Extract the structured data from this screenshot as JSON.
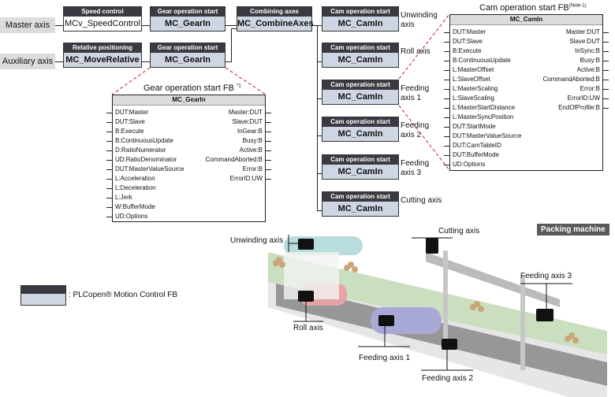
{
  "axes": {
    "master": "Master axis",
    "auxiliary": "Auxiliary axis"
  },
  "blocks": {
    "speed_control": {
      "header": "Speed control",
      "name": "MCv_SpeedControl"
    },
    "gear_master": {
      "header": "Gear operation start",
      "name": "MC_GearIn"
    },
    "relative_pos": {
      "header": "Relative positioning",
      "name": "MC_MoveRelative"
    },
    "gear_aux": {
      "header": "Gear operation start",
      "name": "MC_GearIn"
    },
    "combine": {
      "header": "Combining axes",
      "name": "MC_CombineAxes"
    },
    "cams": [
      {
        "header": "Cam operation start",
        "name": "MC_CamIn",
        "axis": "Unwinding axis"
      },
      {
        "header": "Cam operation start",
        "name": "MC_CamIn",
        "axis": "Roll axis"
      },
      {
        "header": "Cam operation start",
        "name": "MC_CamIn",
        "axis": "Feeding axis 1"
      },
      {
        "header": "Cam operation start",
        "name": "MC_CamIn",
        "axis": "Feeding axis 2"
      },
      {
        "header": "Cam operation start",
        "name": "MC_CamIn",
        "axis": "Feeding axis 3"
      },
      {
        "header": "Cam operation start",
        "name": "MC_CamIn",
        "axis": "Cutting axis"
      }
    ]
  },
  "gear_fb": {
    "title": "Gear operation start FB",
    "note": "*1",
    "name": "MC_GearIn",
    "inputs": [
      "DUT:Master",
      "DUT:Slave",
      "B:Execute",
      "B:ContinuousUpdate",
      "D:RatioNumerator",
      "UD:RatioDenominator",
      "DUT:MasterValueSource",
      "L:Acceleration",
      "L:Deceleration",
      "L:Jerk",
      "W:BufferMode",
      "UD:Options"
    ],
    "outputs": [
      "Master:DUT",
      "Slave:DUT",
      "InGear:B",
      "Busy:B",
      "Active:B",
      "CommandAborted:B",
      "Error:B",
      "ErrorID:UW"
    ]
  },
  "cam_fb": {
    "title": "Cam operation start FB",
    "note": "(Note-1)",
    "name": "MC_CamIn",
    "inputs": [
      "DUT:Master",
      "DUT:Slave",
      "B:Execute",
      "B:ContinuousUpdate",
      "L:MasterOffset",
      "L:SlaveOffset",
      "L:MasterScaling",
      "L:SlaveScaling",
      "L:MasterStartDistance",
      "L:MasterSyncPosition",
      "DUT:StartMode",
      "DUT:MasterValueSource",
      "DUT:CamTableID",
      "DUT:BufferMode",
      "UD:Options"
    ],
    "outputs": [
      "Master:DUT",
      "Slave:DUT",
      "InSync:B",
      "Busy:B",
      "Active:B",
      "CommandAborted:B",
      "Error:B",
      "ErrorID:UW",
      "EndOfProfile:B"
    ]
  },
  "legend": {
    "text": ": PLCopen® Motion Control  FB"
  },
  "machine": {
    "badge": "Packing machine",
    "labels": {
      "unwinding": "Unwinding axis",
      "roll": "Roll axis",
      "cutting": "Cutting axis",
      "feed1": "Feeding axis 1",
      "feed2": "Feeding axis 2",
      "feed3": "Feeding axis 3"
    }
  },
  "colors": {
    "header_dark": "#3a3a42",
    "name_fill": "#cfd6e3",
    "callout_red": "#c0182a",
    "badge": "#5a5a5a"
  }
}
